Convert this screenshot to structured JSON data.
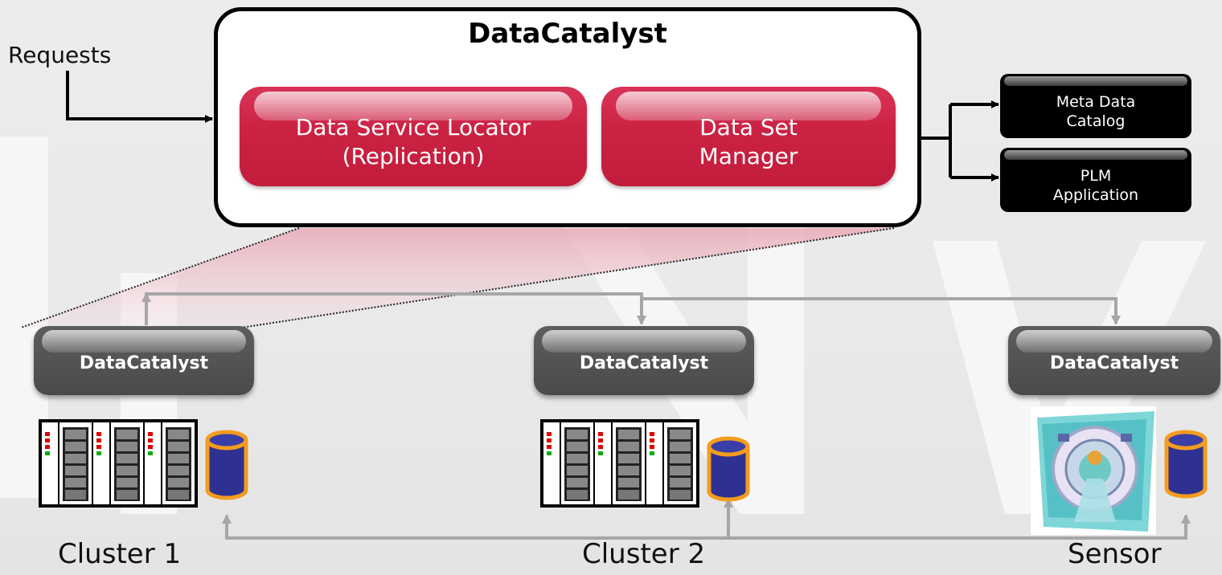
{
  "requests_label": "Requests",
  "main": {
    "title": "DataCatalyst",
    "locator": {
      "line1": "Data Service Locator",
      "line2": "(Replication)"
    },
    "manager": {
      "line1": "Data Set",
      "line2": "Manager"
    }
  },
  "external": [
    {
      "line1": "Meta Data",
      "line2": "Catalog"
    },
    {
      "line1": "PLM",
      "line2": "Application"
    }
  ],
  "nodes": [
    {
      "label": "DataCatalyst",
      "caption": "Cluster 1"
    },
    {
      "label": "DataCatalyst",
      "caption": "Cluster 2"
    },
    {
      "label": "DataCatalyst",
      "caption": "Sensor"
    }
  ],
  "colors": {
    "accent_red": "#cb2243",
    "node_gray": "#555555",
    "db_fill": "#2e3192",
    "db_outline": "#f39c1f",
    "connector_gray": "#a6a6a6"
  }
}
